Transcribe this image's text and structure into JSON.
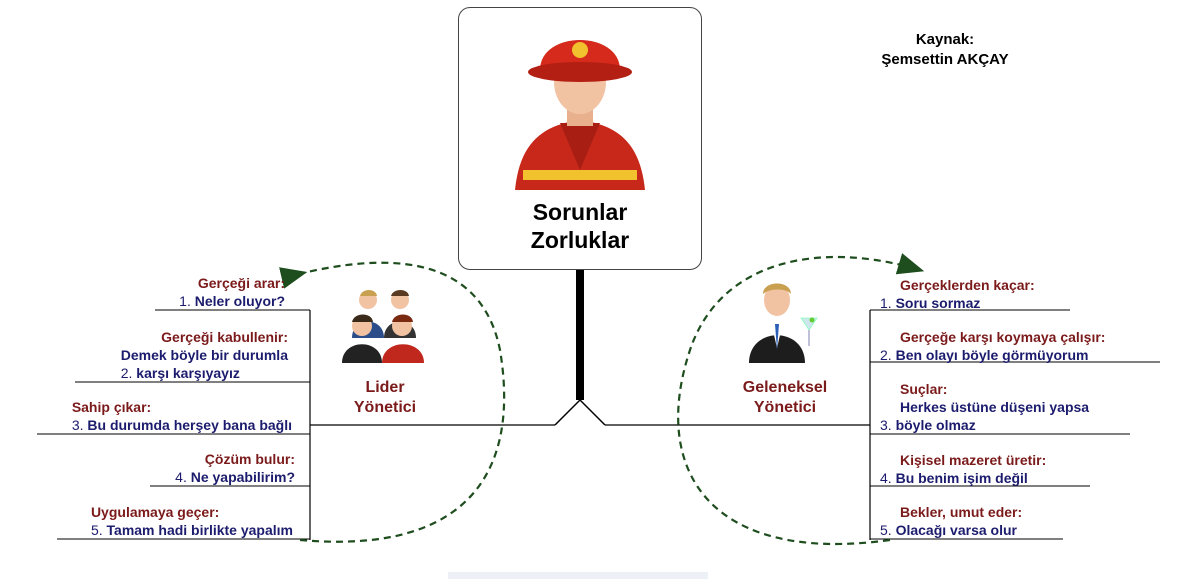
{
  "source": {
    "label": "Kaynak:",
    "author": "Şemsettin AKÇAY"
  },
  "center": {
    "line1": "Sorunlar",
    "line2": "Zorluklar",
    "icon": "firefighter-icon"
  },
  "left": {
    "role_line1": "Lider",
    "role_line2": "Yönetici",
    "icon": "team-icon",
    "items": [
      {
        "heading": "Gerçeği  arar:",
        "num": "1.",
        "lines": [
          "Neler oluyor?"
        ]
      },
      {
        "heading": "Gerçeği kabullenir:",
        "num": "2.",
        "lines": [
          "Demek böyle bir durumla",
          "karşı karşıyayız"
        ]
      },
      {
        "heading": "Sahip çıkar:",
        "num": "3.",
        "lines": [
          "Bu durumda herşey bana bağlı"
        ]
      },
      {
        "heading": "Çözüm  bulur:",
        "num": "4.",
        "lines": [
          "Ne yapabilirim?"
        ]
      },
      {
        "heading": "Uygulamaya geçer:",
        "num": "5.",
        "lines": [
          "Tamam hadi birlikte yapalım"
        ]
      }
    ]
  },
  "right": {
    "role_line1": "Geleneksel",
    "role_line2": "Yönetici",
    "icon": "businessman-icon",
    "items": [
      {
        "heading": "Gerçeklerden  kaçar:",
        "num": "1.",
        "lines": [
          "Soru sormaz"
        ]
      },
      {
        "heading": "Gerçeğe karşı koymaya çalışır:",
        "num": "2.",
        "lines": [
          "Ben olayı böyle görmüyorum"
        ]
      },
      {
        "heading": "Suçlar:",
        "num": "3.",
        "lines": [
          "Herkes üstüne düşeni yapsa",
          "böyle olmaz"
        ]
      },
      {
        "heading": "Kişisel mazeret üretir:",
        "num": "4.",
        "lines": [
          "Bu benim işim değil"
        ]
      },
      {
        "heading": "Bekler, umut eder:",
        "num": "5.",
        "lines": [
          "Olacağı varsa olur"
        ]
      }
    ]
  }
}
